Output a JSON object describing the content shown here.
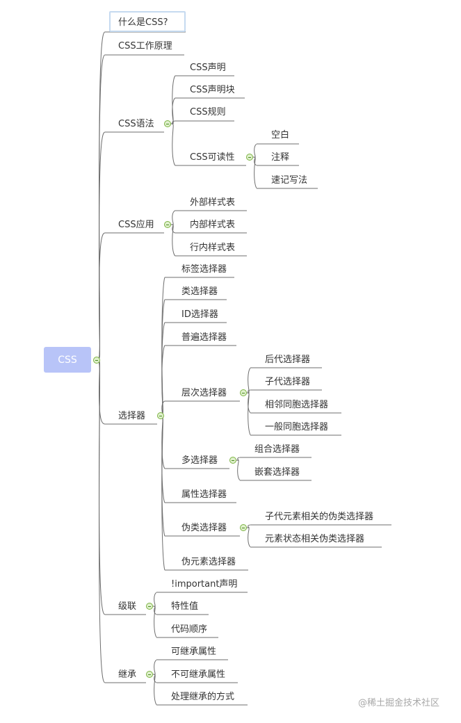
{
  "root": {
    "label": "CSS"
  },
  "topics": {
    "what_is": "什么是CSS?",
    "principle": "CSS工作原理",
    "syntax": {
      "label": "CSS语法",
      "children": [
        "CSS声明",
        "CSS声明块",
        "CSS规则",
        "CSS可读性"
      ],
      "readability_children": [
        "空白",
        "注释",
        "速记写法"
      ]
    },
    "application": {
      "label": "CSS应用",
      "children": [
        "外部样式表",
        "内部样式表",
        "行内样式表"
      ]
    },
    "selectors": {
      "label": "选择器",
      "children": [
        "标签选择器",
        "类选择器",
        "ID选择器",
        "普遍选择器",
        "层次选择器",
        "多选择器",
        "属性选择器",
        "伪类选择器",
        "伪元素选择器"
      ],
      "hierarchy_children": [
        "后代选择器",
        "子代选择器",
        "相邻同胞选择器",
        "一般同胞选择器"
      ],
      "multi_children": [
        "组合选择器",
        "嵌套选择器"
      ],
      "pseudo_class_children": [
        "子代元素相关的伪类选择器",
        "元素状态相关伪类选择器"
      ]
    },
    "cascade": {
      "label": "级联",
      "children": [
        "!important声明",
        "特性值",
        "代码顺序"
      ]
    },
    "inheritance": {
      "label": "继承",
      "children": [
        "可继承属性",
        "不可继承属性",
        "处理继承的方式"
      ]
    }
  },
  "watermark": "@稀土掘金技术社区",
  "colors": {
    "line": "#6e6e6e",
    "root_fill": "#b8c4f8",
    "toggle_fill": "#dff0cc",
    "toggle_border": "#7cb342",
    "selection_border": "#c5daf0"
  }
}
